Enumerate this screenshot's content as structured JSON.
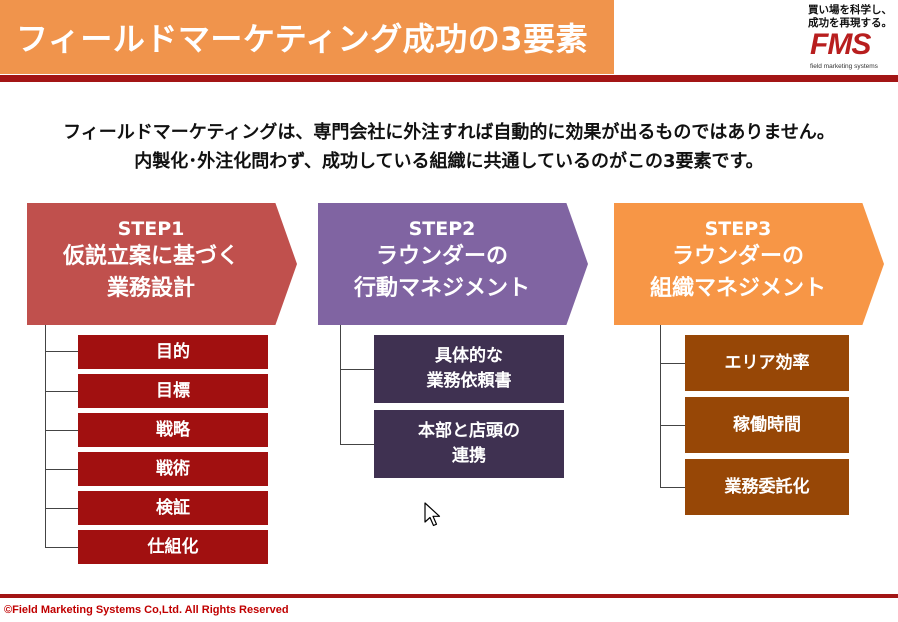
{
  "header": {
    "title": "フィールドマーケティング成功の3要素",
    "tagline_line1": "買い場を科学し、",
    "tagline_line2": "成功を再現する。",
    "logo": "FMS",
    "logo_sub": "field marketing systems"
  },
  "intro": {
    "line1": "フィールドマーケティングは、専門会社に外注すれば自動的に効果が出るものではありません。",
    "line2": "内製化･外注化問わず、成功している組織に共通しているのがこの3要素です。"
  },
  "steps": [
    {
      "step": "STEP1",
      "title_line1": "仮説立案に基づく",
      "title_line2": "業務設計",
      "color": "#c0504d",
      "items": [
        {
          "line1": "目的"
        },
        {
          "line1": "目標"
        },
        {
          "line1": "戦略"
        },
        {
          "line1": "戦術"
        },
        {
          "line1": "検証"
        },
        {
          "line1": "仕組化"
        }
      ]
    },
    {
      "step": "STEP2",
      "title_line1": "ラウンダーの",
      "title_line2": "行動マネジメント",
      "color": "#8064a2",
      "items": [
        {
          "line1": "具体的な",
          "line2": "業務依頼書"
        },
        {
          "line1": "本部と店頭の",
          "line2": "連携"
        }
      ]
    },
    {
      "step": "STEP3",
      "title_line1": "ラウンダーの",
      "title_line2": "組織マネジメント",
      "color": "#f79646",
      "items": [
        {
          "line1": "エリア効率"
        },
        {
          "line1": "稼働時間"
        },
        {
          "line1": "業務委託化"
        }
      ]
    }
  ],
  "footer": {
    "copyright": "©Field Marketing Systems Co,Ltd. All Rights Reserved"
  },
  "colors": {
    "header_bg": "#f0944c",
    "rule": "#a31515",
    "step1_box": "#a11010",
    "step2_box": "#3f3151",
    "step3_box": "#974706"
  }
}
